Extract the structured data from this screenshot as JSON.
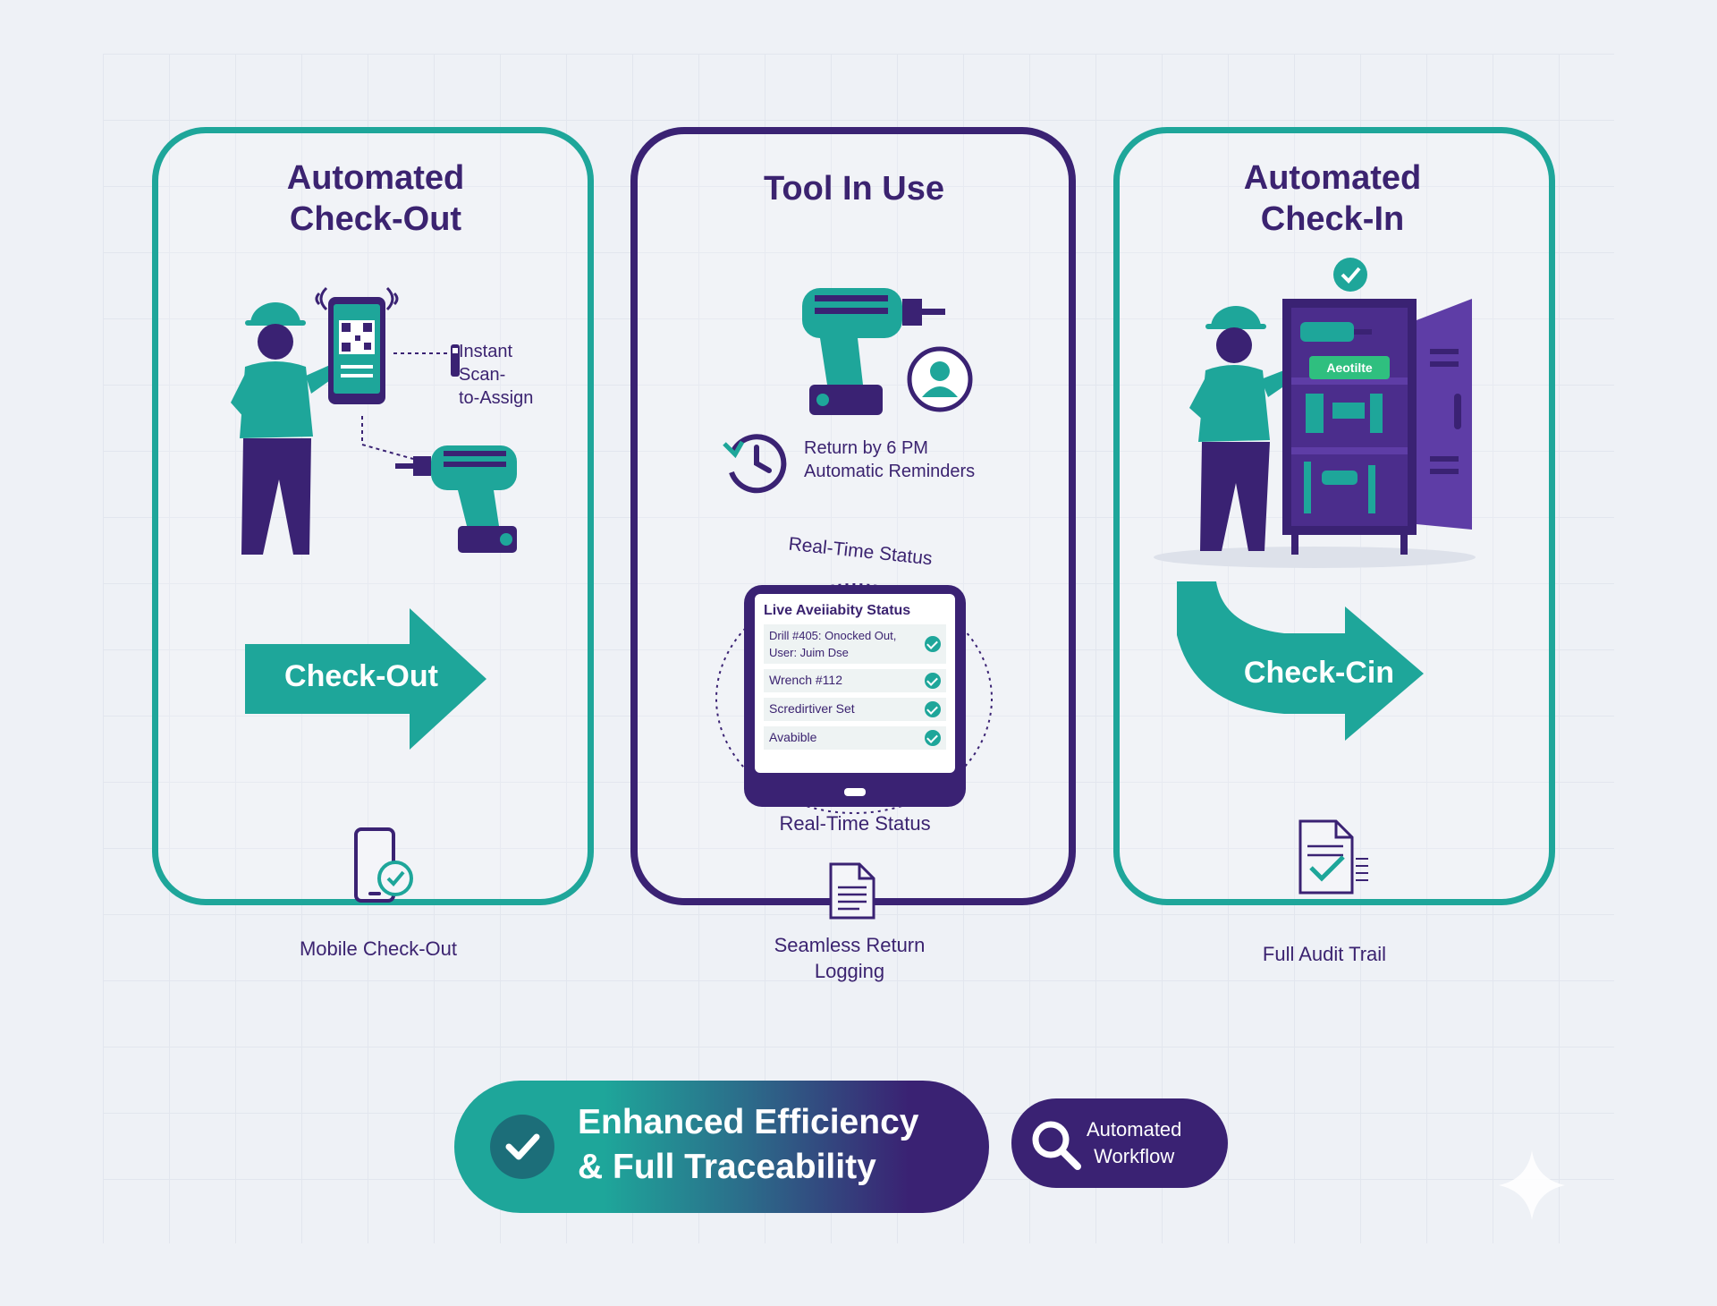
{
  "panels": {
    "checkout": {
      "title": "Automated\nCheck-Out",
      "scan_label": "Instant\nScan-\nto-Assign",
      "arrow_label": "Check-Out",
      "footer_label": "Mobile Check-Out"
    },
    "in_use": {
      "title": "Tool In Use",
      "reminder_text": "Return by 6 PM\nAutomatic Reminders",
      "curved_label": "Real-Time Status",
      "tablet": {
        "header": "Live Aveiiabity Status",
        "rows": [
          {
            "text": "Drill #405: Onocked Out,\nUser: Juim Dse"
          },
          {
            "text": "Wrench #112"
          },
          {
            "text": "Scredirtiver Set"
          },
          {
            "text": "Avabible"
          }
        ]
      },
      "status_caption": "Real-Time Status",
      "footer_label": "Seamless Return\nLogging"
    },
    "checkin": {
      "title": "Automated\nCheck-In",
      "cabinet_badge": "Aeotilte",
      "arrow_label": "Check-Cin",
      "footer_label": "Full Audit Trail"
    }
  },
  "bottom": {
    "efficiency": "Enhanced Efficiency\n& Full Traceability",
    "workflow": "Automated\nWorkflow"
  },
  "colors": {
    "teal": "#1ea69a",
    "purple": "#3a2273",
    "background": "#eef1f6"
  },
  "icons": [
    "worker",
    "smartphone-qr",
    "drill",
    "user-circle",
    "clock-history",
    "tablet",
    "document",
    "cabinet",
    "check-circle",
    "search"
  ]
}
